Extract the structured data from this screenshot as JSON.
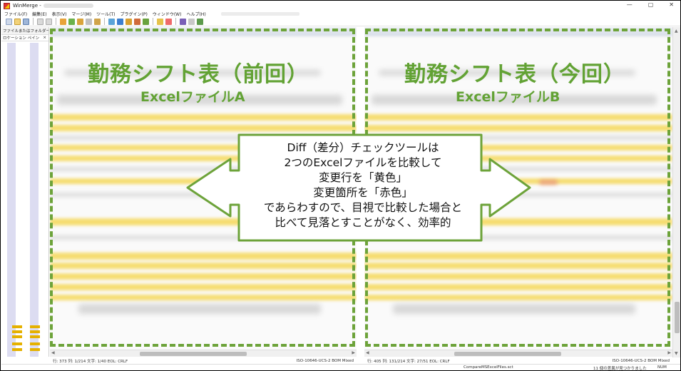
{
  "window": {
    "title": "WinMerge -",
    "min": "—",
    "max": "▢",
    "close": "✕"
  },
  "menu": [
    "ファイル(F)",
    "編集(E)",
    "表示(V)",
    "マージ(M)",
    "ツール(T)",
    "プラグイン(P)",
    "ウィンドウ(W)",
    "ヘルプ(H)"
  ],
  "location_pane": {
    "tab_label": "ファイルまたはフォルダーの",
    "header": "ロケーション ペイン",
    "close": "×"
  },
  "left_pane": {
    "title": "勤務シフト表（前回）",
    "subtitle": "ExcelファイルA",
    "status_left": "行: 373  列: 1/214  文字: 1/40  EOL: CRLF",
    "status_right": "ISO-10646-UCS-2 BOM Mixed"
  },
  "right_pane": {
    "title": "勤務シフト表（今回）",
    "subtitle": "ExcelファイルB",
    "status_left": "行: 405  列: 131/214  文字: 27/51  EOL: CRLF",
    "status_right": "ISO-10646-UCS-2 BOM Mixed"
  },
  "callout": {
    "lines": [
      "Diff（差分）チェックツールは",
      "2つのExcelファイルを比較して",
      "変更行を「黄色」",
      "変更箇所を「赤色」",
      "であらわすので、目視で比較した場合と",
      "比べて見落とすことがなく、効率的"
    ]
  },
  "footer": {
    "filename": "CompareMSExcelFiles.sct",
    "found": "11 個の差異が見つかりました",
    "num": "NUM"
  },
  "colors": {
    "accent_green": "#62a234",
    "dash_green": "#6da33a",
    "diff_yellow": "#f6dc6a",
    "diff_red": "#e8927e"
  }
}
